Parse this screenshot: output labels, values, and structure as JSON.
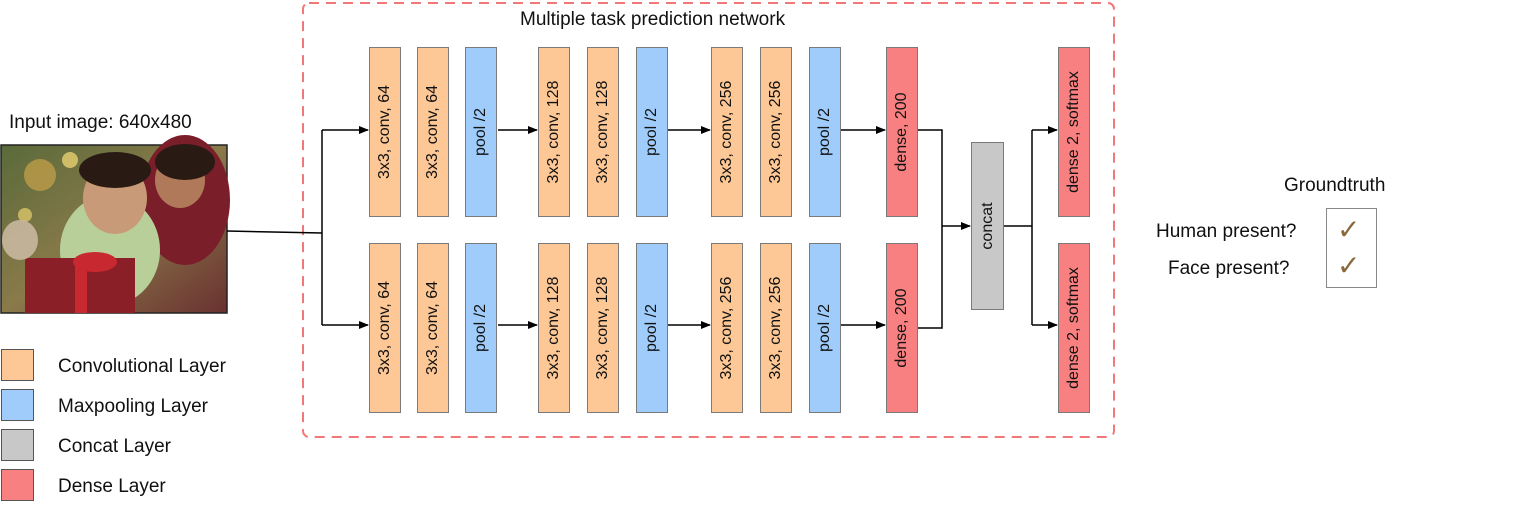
{
  "title": "Multiple task prediction network",
  "input_label": "Input image: 640x480",
  "colors": {
    "conv": "#fdc896",
    "pool": "#9fccfa",
    "concat": "#c8c8c8",
    "dense": "#f88081",
    "frame": "#f07878"
  },
  "layers": {
    "conv64": "3x3, conv, 64",
    "conv128": "3x3, conv, 128",
    "conv256": "3x3, conv, 256",
    "pool": "pool /2",
    "dense200": "dense, 200",
    "concat": "concat",
    "dense2": "dense 2, softmax"
  },
  "legend": [
    {
      "label": "Convolutional Layer",
      "color": "#fdc896"
    },
    {
      "label": "Maxpooling Layer",
      "color": "#9fccfa"
    },
    {
      "label": "Concat Layer",
      "color": "#c8c8c8"
    },
    {
      "label": "Dense Layer",
      "color": "#f88081"
    }
  ],
  "groundtruth": {
    "title": "Groundtruth",
    "questions": [
      "Human present?",
      "Face present?"
    ]
  }
}
